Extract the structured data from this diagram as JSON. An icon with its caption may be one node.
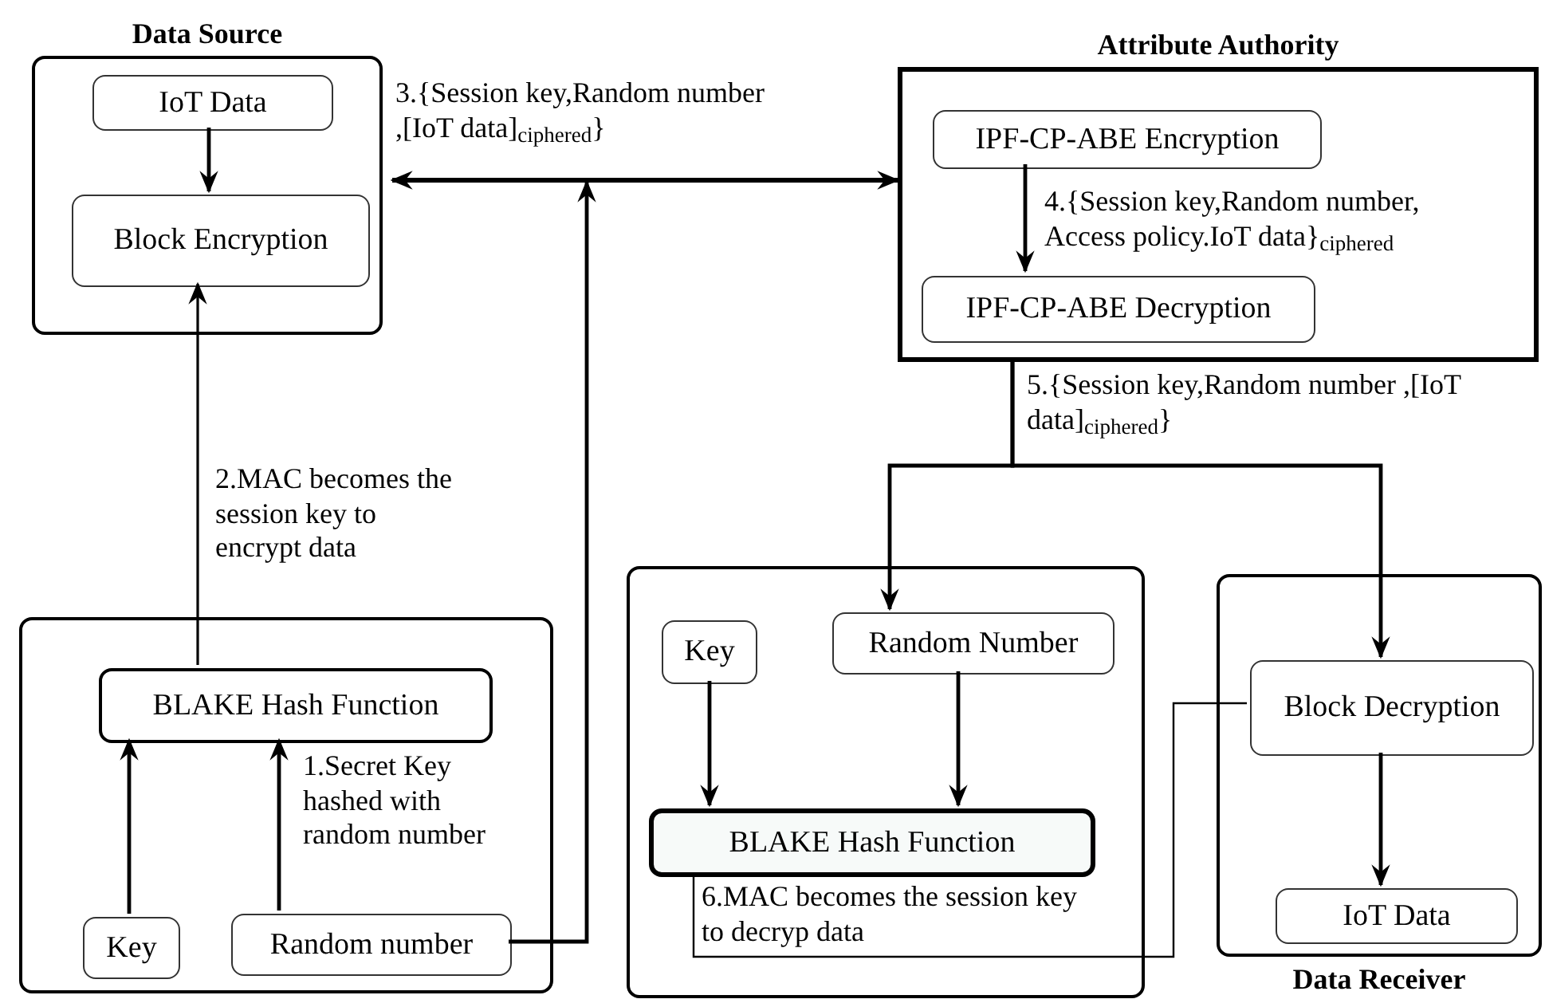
{
  "diagram": {
    "nodes": [
      {
        "text": [
          "Data Source"
        ]
      },
      {
        "text": [
          "IoT Data"
        ],
        "in": 0
      },
      {
        "text": [
          "Block Encryption"
        ],
        "in": 0
      },
      {
        "text": [
          "Attribute Authority"
        ]
      },
      {
        "text": [
          "IPF-CP-ABE Encryption"
        ],
        "in": 3
      },
      {
        "text": [
          "IPF-CP-ABE Decryption"
        ],
        "in": 3
      },
      {
        "text": [],
        "shape": "box"
      },
      {
        "text": [
          "BLAKE Hash Function"
        ],
        "in": 6
      },
      {
        "text": [
          "Key"
        ],
        "in": 6
      },
      {
        "text": [
          "Random number"
        ],
        "in": 6
      },
      {
        "text": [],
        "shape": "box"
      },
      {
        "text": [
          "Key"
        ],
        "in": 10
      },
      {
        "text": [
          "Random Number"
        ],
        "in": 10
      },
      {
        "text": [
          "BLAKE Hash Function"
        ],
        "in": 10
      },
      {
        "text": [
          "Data Receiver"
        ]
      },
      {
        "text": [
          "Block Decryption"
        ],
        "in": 14
      },
      {
        "text": [
          "IoT Data"
        ],
        "in": 14
      }
    ],
    "edges": [
      {
        "from": 1,
        "to": 2,
        "arrow": "to"
      },
      {
        "from": 4,
        "to": 5,
        "arrow": "to",
        "label": "4.{Session key,Random number, Access policy.IoT data}$_{ciphered}$"
      },
      {
        "from": 0,
        "to": 3,
        "arrow": "both",
        "label": "3.{Session key,Random number ,[IoT data]$_{ciphered}$}"
      },
      {
        "from": 9,
        "to": null,
        "arrow": "to"
      },
      {
        "from": 7,
        "to": 2,
        "arrow": "to",
        "label": "2.MAC becomes the session key to encrypt data"
      },
      {
        "from": 8,
        "to": 7,
        "arrow": "to"
      },
      {
        "from": 9,
        "to": 7,
        "arrow": "to",
        "label": "1.Secret Key hashed with random number"
      },
      {
        "from": 3,
        "to": 12,
        "arrow": "to",
        "label": "5.{Session key,Random number ,[IoT data]$_{ciphered}$}"
      },
      {
        "from": 3,
        "to": 15,
        "arrow": "to"
      },
      {
        "from": 11,
        "to": 13,
        "arrow": "to"
      },
      {
        "from": 12,
        "to": 13,
        "arrow": "to"
      },
      {
        "from": 13,
        "to": 15,
        "arrow": "none",
        "label": "6.MAC becomes the session key to decryp data"
      },
      {
        "from": 15,
        "to": 16,
        "arrow": "to"
      }
    ]
  }
}
